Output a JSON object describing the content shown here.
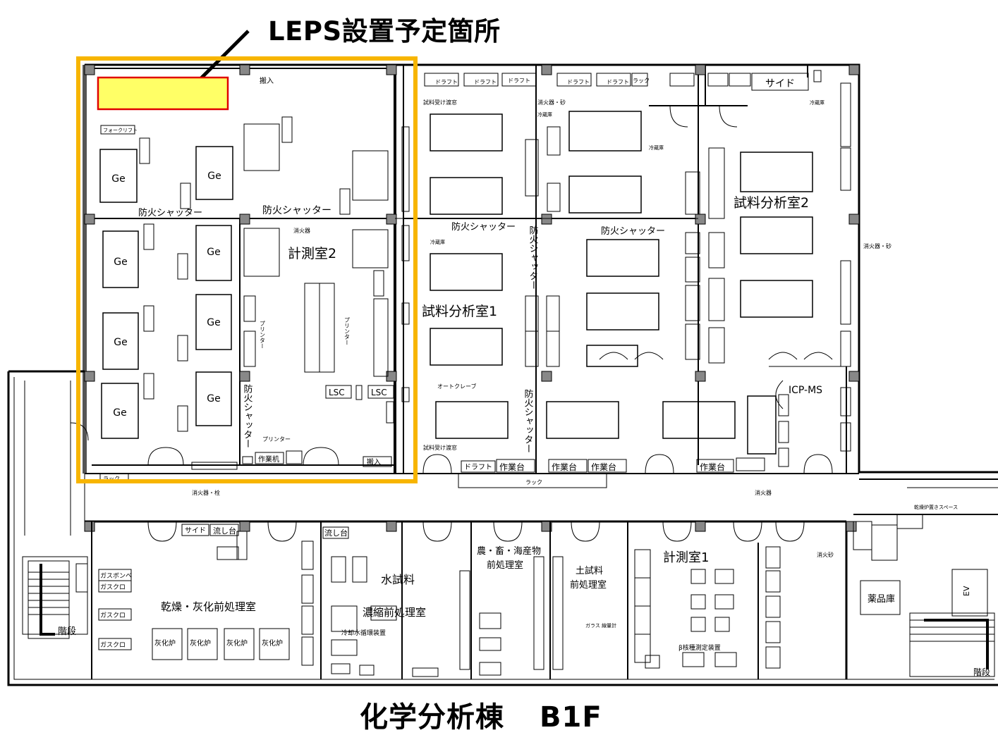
{
  "header": {
    "annotation": "LEPS設置予定箇所"
  },
  "footer": {
    "building": "化学分析棟",
    "floor": "B1F"
  },
  "colors": {
    "highlight_frame": "#f7b500",
    "target_fill": "#ffff66",
    "target_border": "#e00000",
    "wall": "#000000"
  },
  "rooms": {
    "measurement2": "計測室2",
    "analysis1": "試料分析室1",
    "analysis2": "試料分析室2",
    "measurement1": "計測室1",
    "drying": "乾燥・灰化前処理室",
    "water": "水試料",
    "water2": "濃縮前処理室",
    "agri": "農・畜・海産物",
    "agri2": "前処理室",
    "soil": "土試料",
    "soil2": "前処理室",
    "chem_storage": "薬品庫",
    "stairs": "階段",
    "stairs_right": "階段",
    "icpms": "ICP-MS"
  },
  "labels": {
    "ge": "Ge",
    "shutter": "防火シャッター",
    "shutter_v": "防火シャッター",
    "extinguisher": "消火器",
    "ext_sand": "消火器・砂",
    "ext_stand": "消火器・栓",
    "ext_sand2": "消火砂",
    "sample_window": "試料受け渡窓",
    "autoclave": "オートクレーブ",
    "printer": "プリンター",
    "lsc": "LSC",
    "rack": "ラック",
    "forklift": "フォークリフト",
    "carry_in": "搬入",
    "draft": "ドラフト",
    "worktable": "作業台",
    "worktable2": "作業机",
    "side": "サイド",
    "sink": "流し台",
    "ashing_furnace": "灰化炉",
    "gas_chromo": "ガスクロ",
    "gas_cylinder": "ガスボンベ",
    "ev": "EV",
    "cooler": "冷却水循環装置",
    "beta": "β核種測定装置",
    "glass": "ガラス 線量計",
    "fridge": "冷蔵庫",
    "storage_space": "乾燥炉置きスペース"
  }
}
